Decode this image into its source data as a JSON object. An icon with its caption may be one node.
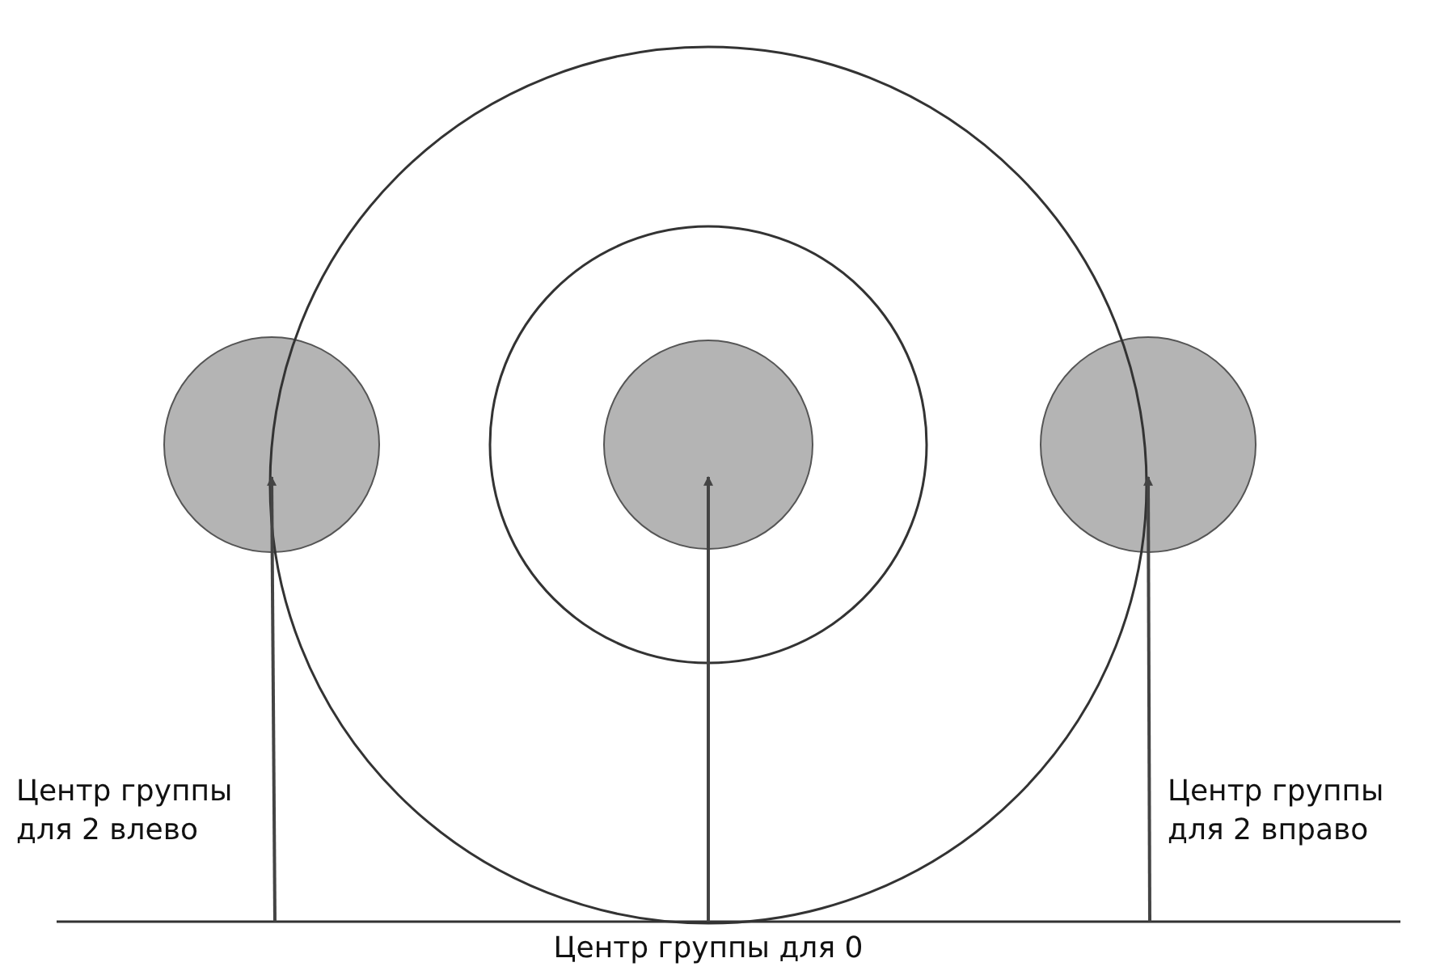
{
  "diagram": {
    "nodes": [
      {
        "text": [],
        "shape": "circle"
      },
      {
        "text": [],
        "shape": "circle"
      },
      {
        "text": [],
        "shape": "circle"
      },
      {
        "text": [
          "Центр группы для 2 влево"
        ]
      },
      {
        "text": [
          "Центр группы для 2 вправо"
        ]
      },
      {
        "text": [
          "Центр группы для 0"
        ]
      }
    ],
    "edges": [
      {
        "from": 3,
        "to": 0,
        "arrow": "to"
      },
      {
        "from": 5,
        "to": 1,
        "arrow": "to"
      },
      {
        "from": 4,
        "to": 2,
        "arrow": "to"
      }
    ]
  }
}
